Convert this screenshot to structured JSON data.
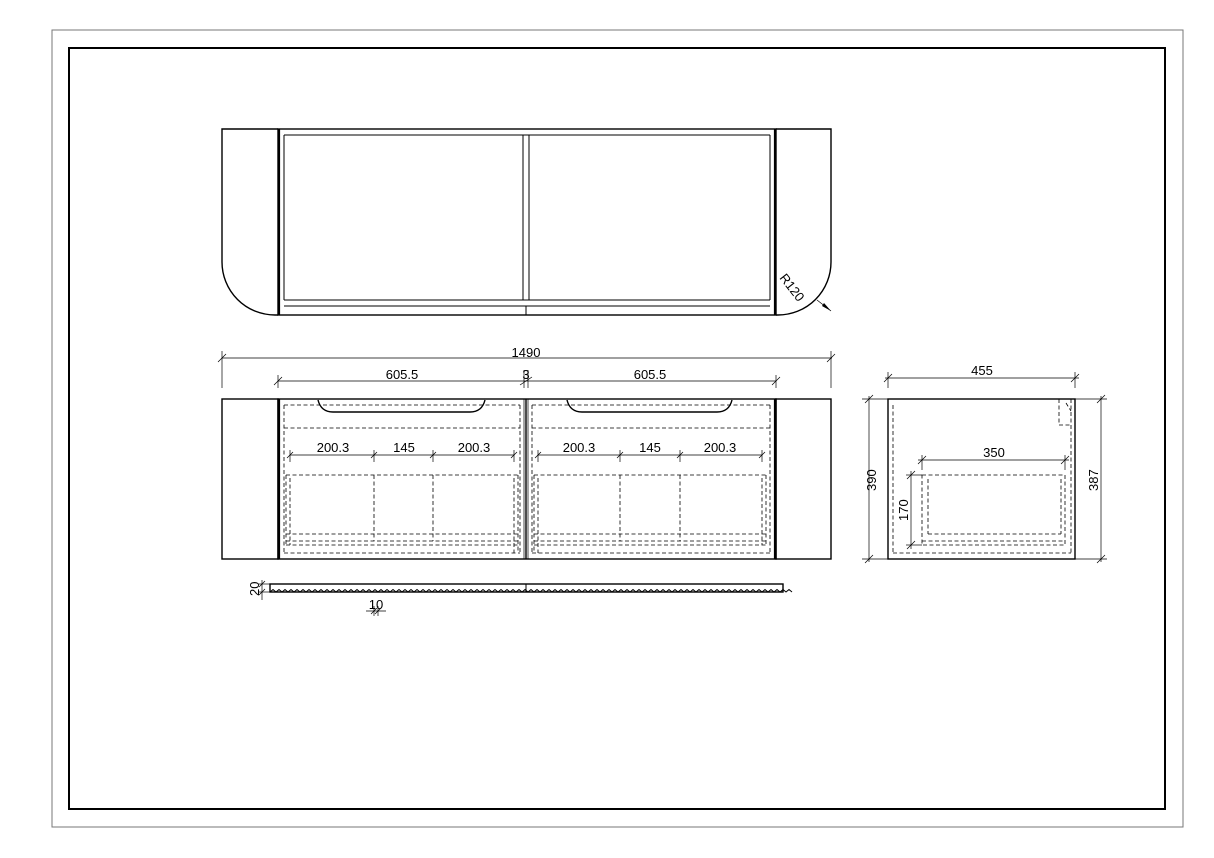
{
  "drawing": {
    "front_view": {
      "overall_width": "1490",
      "cabinet_width_left": "605.5",
      "gap": "3",
      "cabinet_width_right": "605.5",
      "left_compartment_a": "200.3",
      "left_compartment_b": "145",
      "left_compartment_c": "200.3",
      "right_compartment_a": "200.3",
      "right_compartment_b": "145",
      "right_compartment_c": "200.3"
    },
    "top_view": {
      "corner_radius": "R120"
    },
    "side_view": {
      "depth": "455",
      "height": "390",
      "inner_height": "387",
      "drawer_depth": "350",
      "drawer_height": "170"
    },
    "rail_detail": {
      "thickness": "20",
      "tooth": "10"
    }
  }
}
